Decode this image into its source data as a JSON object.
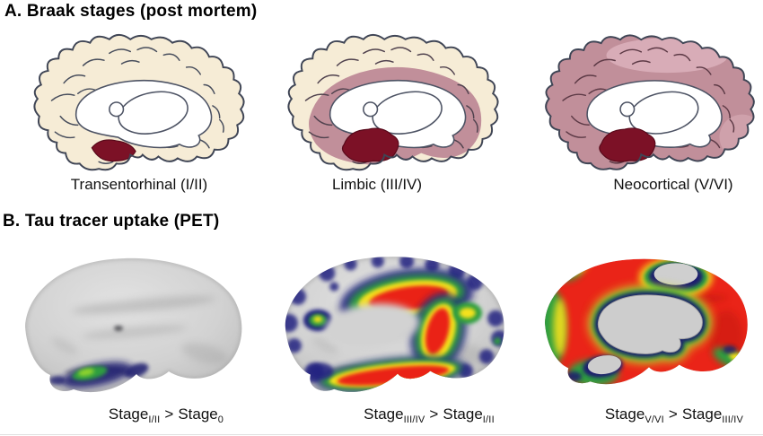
{
  "figure": {
    "section_a": {
      "title": "A. Braak stages (post mortem)",
      "panels": [
        {
          "label": "Transentorhinal (I/II)"
        },
        {
          "label": "Limbic (III/IV)"
        },
        {
          "label": "Neocortical (V/VI)"
        }
      ]
    },
    "section_b": {
      "title": "B. Tau tracer uptake (PET)",
      "panels": [
        {
          "base_left": "Stage",
          "sub_left": "I/II",
          "operator": ">",
          "base_right": "Stage",
          "sub_right": "0"
        },
        {
          "base_left": "Stage",
          "sub_left": "III/IV",
          "operator": ">",
          "base_right": "Stage",
          "sub_right": "I/II"
        },
        {
          "base_left": "Stage",
          "sub_left": "V/VI",
          "operator": ">",
          "base_right": "Stage",
          "sub_right": "III/IV"
        }
      ]
    },
    "colors": {
      "background": "#ffffff",
      "text": "#000000",
      "cortex_unaffected_cream": "#f6ecd6",
      "cortex_limbic_mauve": "#c18f9a",
      "cortex_neocortical_light": "#d9aeb8",
      "tangle_region_dark_red": "#7c1126",
      "cartoon_outline": "#3f4555",
      "pet_surface_gray": "#d4d4d4",
      "pet_low_navy": "#1c1a6e",
      "pet_mid_green": "#2e9e3f",
      "pet_mid_yellow": "#f5e11b",
      "pet_high_red": "#ea2418"
    }
  }
}
